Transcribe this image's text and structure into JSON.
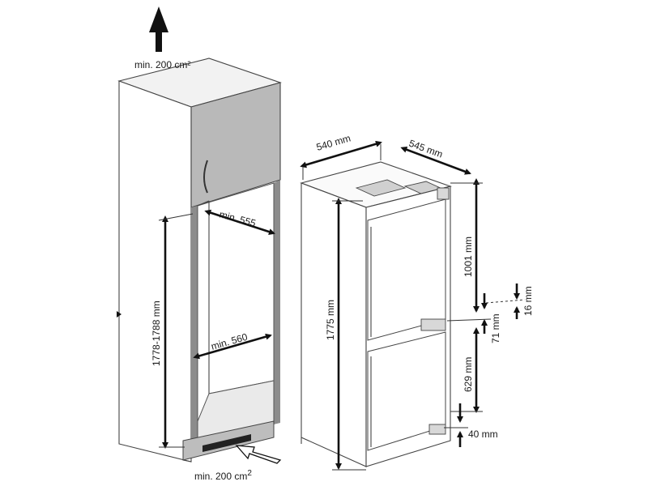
{
  "cabinet": {
    "vent_top": "min. 200 cm²",
    "vent_bottom": "min. 200 cm",
    "vent_bottom_sup": "2",
    "depth_top": "min. 555",
    "width_niche": "min. 560",
    "niche_height": "1778-1788 mm"
  },
  "fridge": {
    "width": "540 mm",
    "depth": "545 mm",
    "height": "1775 mm",
    "upper_door": "1001 mm",
    "gap_small": "16 mm",
    "hinge_offset": "71 mm",
    "lower_door": "629 mm",
    "bottom_offset": "40 mm"
  },
  "colors": {
    "line": "#111111",
    "cabinet_wall": "#d2d2d2",
    "upper_cabinet": "#b9b9b9",
    "frame": "#8c8c8c"
  }
}
